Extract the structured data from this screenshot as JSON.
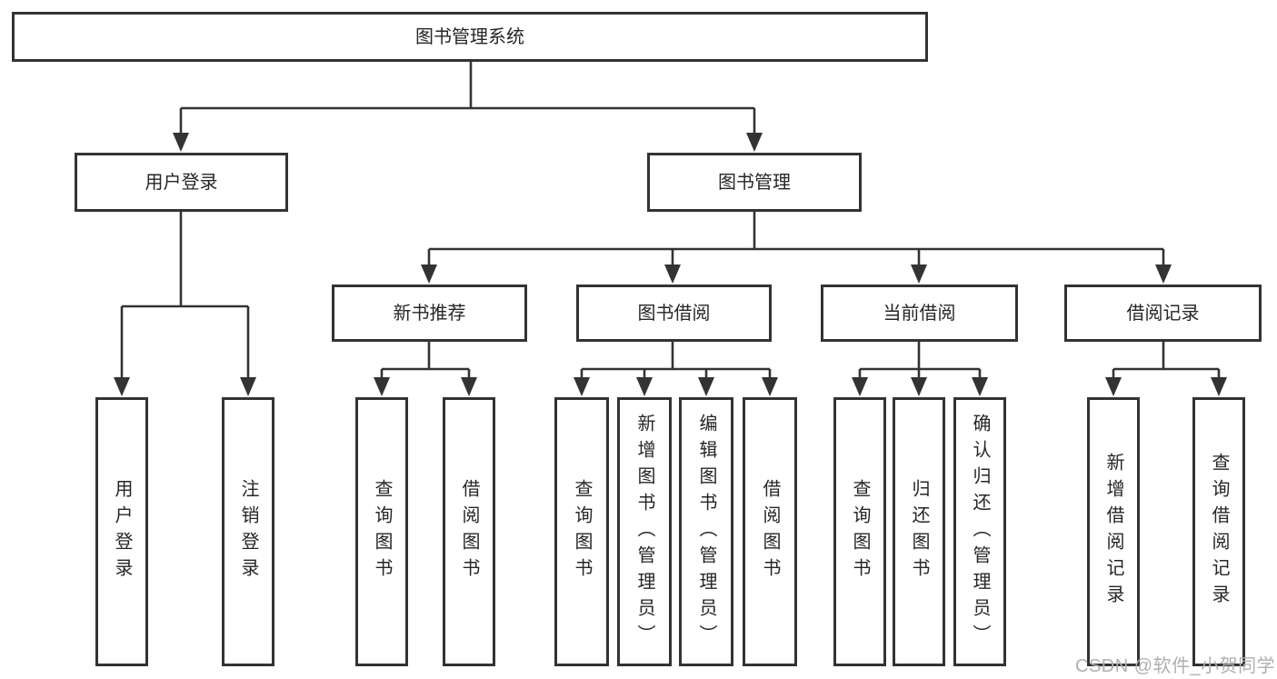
{
  "tree": {
    "label": "图书管理系统",
    "children": [
      {
        "label": "用户登录",
        "children": [
          {
            "label": "用户登录"
          },
          {
            "label": "注销登录"
          }
        ]
      },
      {
        "label": "图书管理",
        "children": [
          {
            "label": "新书推荐",
            "children": [
              {
                "label": "查询图书"
              },
              {
                "label": "借阅图书"
              }
            ]
          },
          {
            "label": "图书借阅",
            "children": [
              {
                "label": "查询图书"
              },
              {
                "label": "新增图书（管理员）"
              },
              {
                "label": "编辑图书（管理员）"
              },
              {
                "label": "借阅图书"
              }
            ]
          },
          {
            "label": "当前借阅",
            "children": [
              {
                "label": "查询图书"
              },
              {
                "label": "归还图书"
              },
              {
                "label": "确认归还（管理员）"
              }
            ]
          },
          {
            "label": "借阅记录",
            "children": [
              {
                "label": "新增借阅记录"
              },
              {
                "label": "查询借阅记录"
              }
            ]
          }
        ]
      }
    ]
  },
  "watermark": {
    "text": "CSDN @软件_小贺同学"
  },
  "colors": {
    "line": "#333333",
    "text": "#262626",
    "background": "#ffffff",
    "watermark": "#b0b0b0"
  }
}
